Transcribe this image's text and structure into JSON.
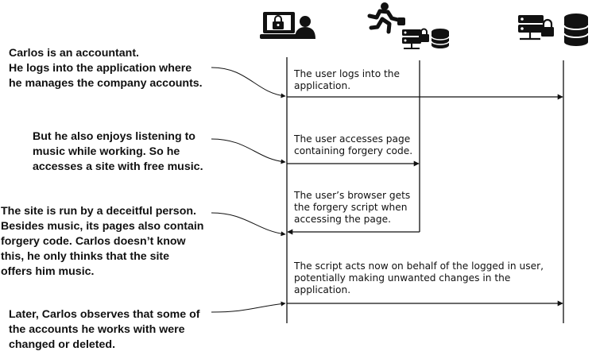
{
  "actors": [
    {
      "name": "user",
      "icon": "laptop-lock-user-icon"
    },
    {
      "name": "thief-site",
      "icon": "thief-server-database-icon"
    },
    {
      "name": "app-server",
      "icon": "server-lock-database-icon"
    }
  ],
  "notes": [
    {
      "text": "Carlos is an accountant.\nHe logs into the application where\nhe manages the company accounts."
    },
    {
      "text": "But he also enjoys listening to\nmusic while working. So he\naccesses a site with free music."
    },
    {
      "text": "The site is run by a deceitful person.\nBesides music, its pages also contain\nforgery code. Carlos doesn’t know\nthis, he only thinks that the site\noffers him music."
    },
    {
      "text": "Later, Carlos observes that some of\nthe accounts he works with were\nchanged or deleted."
    }
  ],
  "messages": [
    {
      "text": "The user logs into the\napplication."
    },
    {
      "text": "The user accesses page\ncontaining forgery code."
    },
    {
      "text": "The user’s browser gets\nthe forgery script when\naccessing the page."
    },
    {
      "text": "The script acts now on behalf of the logged in user,\npotentially making unwanted changes in the\napplication."
    }
  ]
}
